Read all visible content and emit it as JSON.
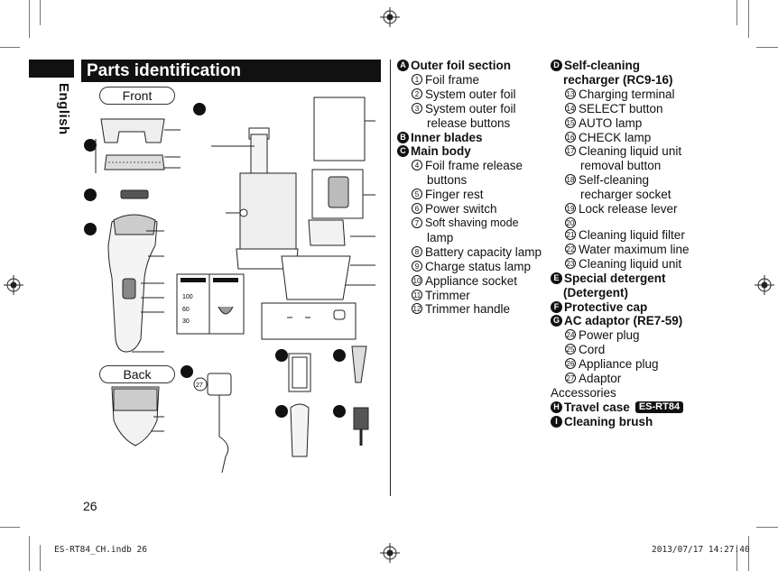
{
  "sidebar": {
    "language": "English"
  },
  "header": {
    "title": "Parts identification"
  },
  "figure": {
    "front_label": "Front",
    "back_label": "Back",
    "lamp_labels": [
      "100",
      "60",
      "30"
    ],
    "adaptor_number": "27"
  },
  "left_column": [
    {
      "kind": "sec",
      "badge": "A",
      "text": "Outer foil section"
    },
    {
      "kind": "item",
      "num": "1",
      "text": "Foil frame"
    },
    {
      "kind": "item",
      "num": "2",
      "text": "System outer foil"
    },
    {
      "kind": "item",
      "num": "3",
      "text": "System outer foil"
    },
    {
      "kind": "cont",
      "text": "release buttons"
    },
    {
      "kind": "sec",
      "badge": "B",
      "text": "Inner blades"
    },
    {
      "kind": "sec",
      "badge": "C",
      "text": "Main body"
    },
    {
      "kind": "item",
      "num": "4",
      "text": "Foil frame release"
    },
    {
      "kind": "cont",
      "text": "buttons"
    },
    {
      "kind": "item",
      "num": "5",
      "text": "Finger rest"
    },
    {
      "kind": "item",
      "num": "6",
      "text": "Power switch"
    },
    {
      "kind": "item",
      "num": "7",
      "text": "Soft shaving mode",
      "small": true
    },
    {
      "kind": "cont",
      "text": "lamp"
    },
    {
      "kind": "item",
      "num": "8",
      "text": "Battery capacity lamp"
    },
    {
      "kind": "item",
      "num": "9",
      "text": "Charge status lamp"
    },
    {
      "kind": "item",
      "num": "10",
      "text": "Appliance socket"
    },
    {
      "kind": "item",
      "num": "11",
      "text": "Trimmer"
    },
    {
      "kind": "item",
      "num": "12",
      "text": "Trimmer handle"
    }
  ],
  "right_column": [
    {
      "kind": "sec",
      "badge": "D",
      "text": "Self-cleaning"
    },
    {
      "kind": "sec2",
      "text": "recharger (RC9-16)"
    },
    {
      "kind": "item",
      "num": "13",
      "text": "Charging terminal"
    },
    {
      "kind": "item",
      "num": "14",
      "text": "SELECT button"
    },
    {
      "kind": "item",
      "num": "15",
      "text": "AUTO lamp"
    },
    {
      "kind": "item",
      "num": "16",
      "text": "CHECK lamp"
    },
    {
      "kind": "item",
      "num": "17",
      "text": "Cleaning liquid unit"
    },
    {
      "kind": "cont",
      "text": "removal button"
    },
    {
      "kind": "item",
      "num": "18",
      "text": "Self-cleaning"
    },
    {
      "kind": "cont",
      "text": "recharger socket"
    },
    {
      "kind": "item",
      "num": "19",
      "text": "Lock release lever"
    },
    {
      "kind": "item",
      "num": "20",
      "text": ""
    },
    {
      "kind": "item",
      "num": "21",
      "text": "Cleaning liquid filter"
    },
    {
      "kind": "item",
      "num": "22",
      "text": "Water maximum line"
    },
    {
      "kind": "item",
      "num": "23",
      "text": "Cleaning liquid unit"
    },
    {
      "kind": "sec",
      "badge": "E",
      "text": "Special detergent"
    },
    {
      "kind": "sec2",
      "text": "(Detergent)"
    },
    {
      "kind": "sec",
      "badge": "F",
      "text": "Protective cap"
    },
    {
      "kind": "sec",
      "badge": "G",
      "text": "AC adaptor (RE7-59)"
    },
    {
      "kind": "item",
      "num": "24",
      "text": "Power plug"
    },
    {
      "kind": "item",
      "num": "25",
      "text": "Cord"
    },
    {
      "kind": "item",
      "num": "26",
      "text": "Appliance plug"
    },
    {
      "kind": "item",
      "num": "27",
      "text": "Adaptor"
    },
    {
      "kind": "plain",
      "text": "Accessories"
    },
    {
      "kind": "sec",
      "badge": "H",
      "text": "Travel case",
      "model": "ES-RT84"
    },
    {
      "kind": "sec",
      "badge": "I",
      "text": "Cleaning brush"
    }
  ],
  "page_number": "26",
  "footer": {
    "file": "ES-RT84_CH.indb   26",
    "timestamp": "2013/07/17   14:27:40"
  }
}
